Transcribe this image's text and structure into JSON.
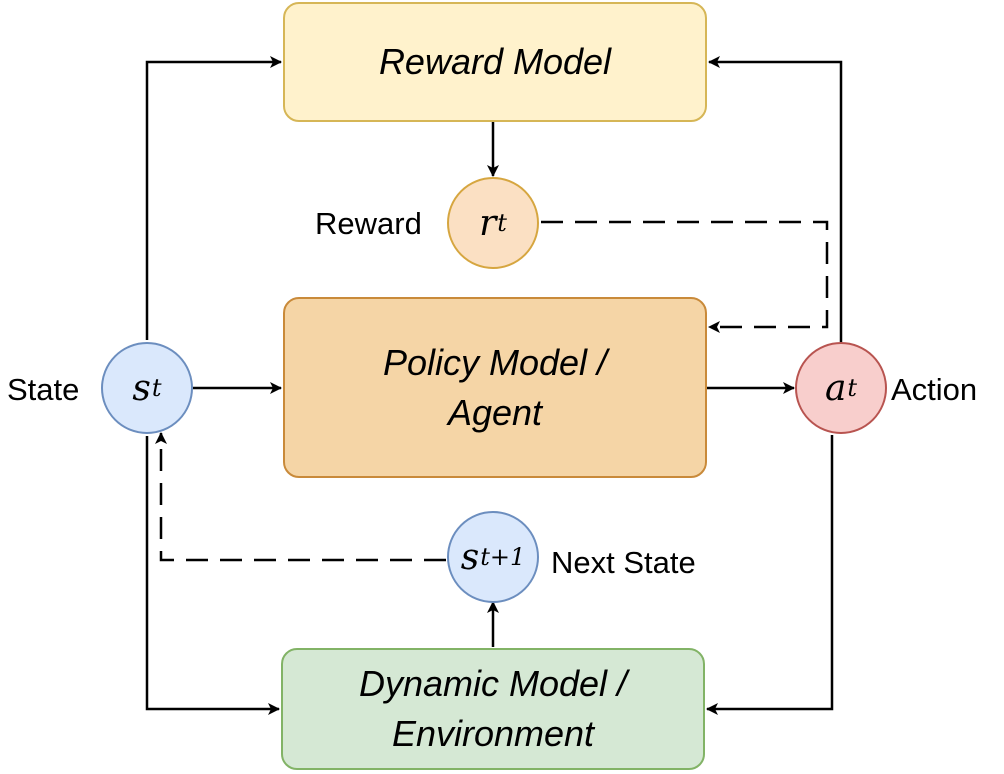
{
  "boxes": {
    "reward_model": {
      "label": "Reward Model",
      "fill": "#fff2cc",
      "stroke": "#d6b656"
    },
    "policy_model": {
      "line1": "Policy Model /",
      "line2": "Agent",
      "fill": "#f5d5a6",
      "stroke": "#c98a3a"
    },
    "dynamic_model": {
      "line1": "Dynamic Model /",
      "line2": "Environment",
      "fill": "#d5e8d4",
      "stroke": "#82b366"
    }
  },
  "nodes": {
    "state": {
      "symbol": "s",
      "subscript": "t",
      "label": "State",
      "fill": "#dae8fc",
      "stroke": "#6c8ebf"
    },
    "reward": {
      "symbol": "r",
      "subscript": "t",
      "label": "Reward",
      "fill": "#fbe0c3",
      "stroke": "#d6a640"
    },
    "action": {
      "symbol": "a",
      "subscript": "t",
      "label": "Action",
      "fill": "#f8cecc",
      "stroke": "#b85450"
    },
    "next_state": {
      "symbol": "s",
      "subscript": "t+1",
      "label": "Next State",
      "fill": "#dae8fc",
      "stroke": "#6c8ebf"
    }
  },
  "colors": {
    "wire": "#000000"
  }
}
